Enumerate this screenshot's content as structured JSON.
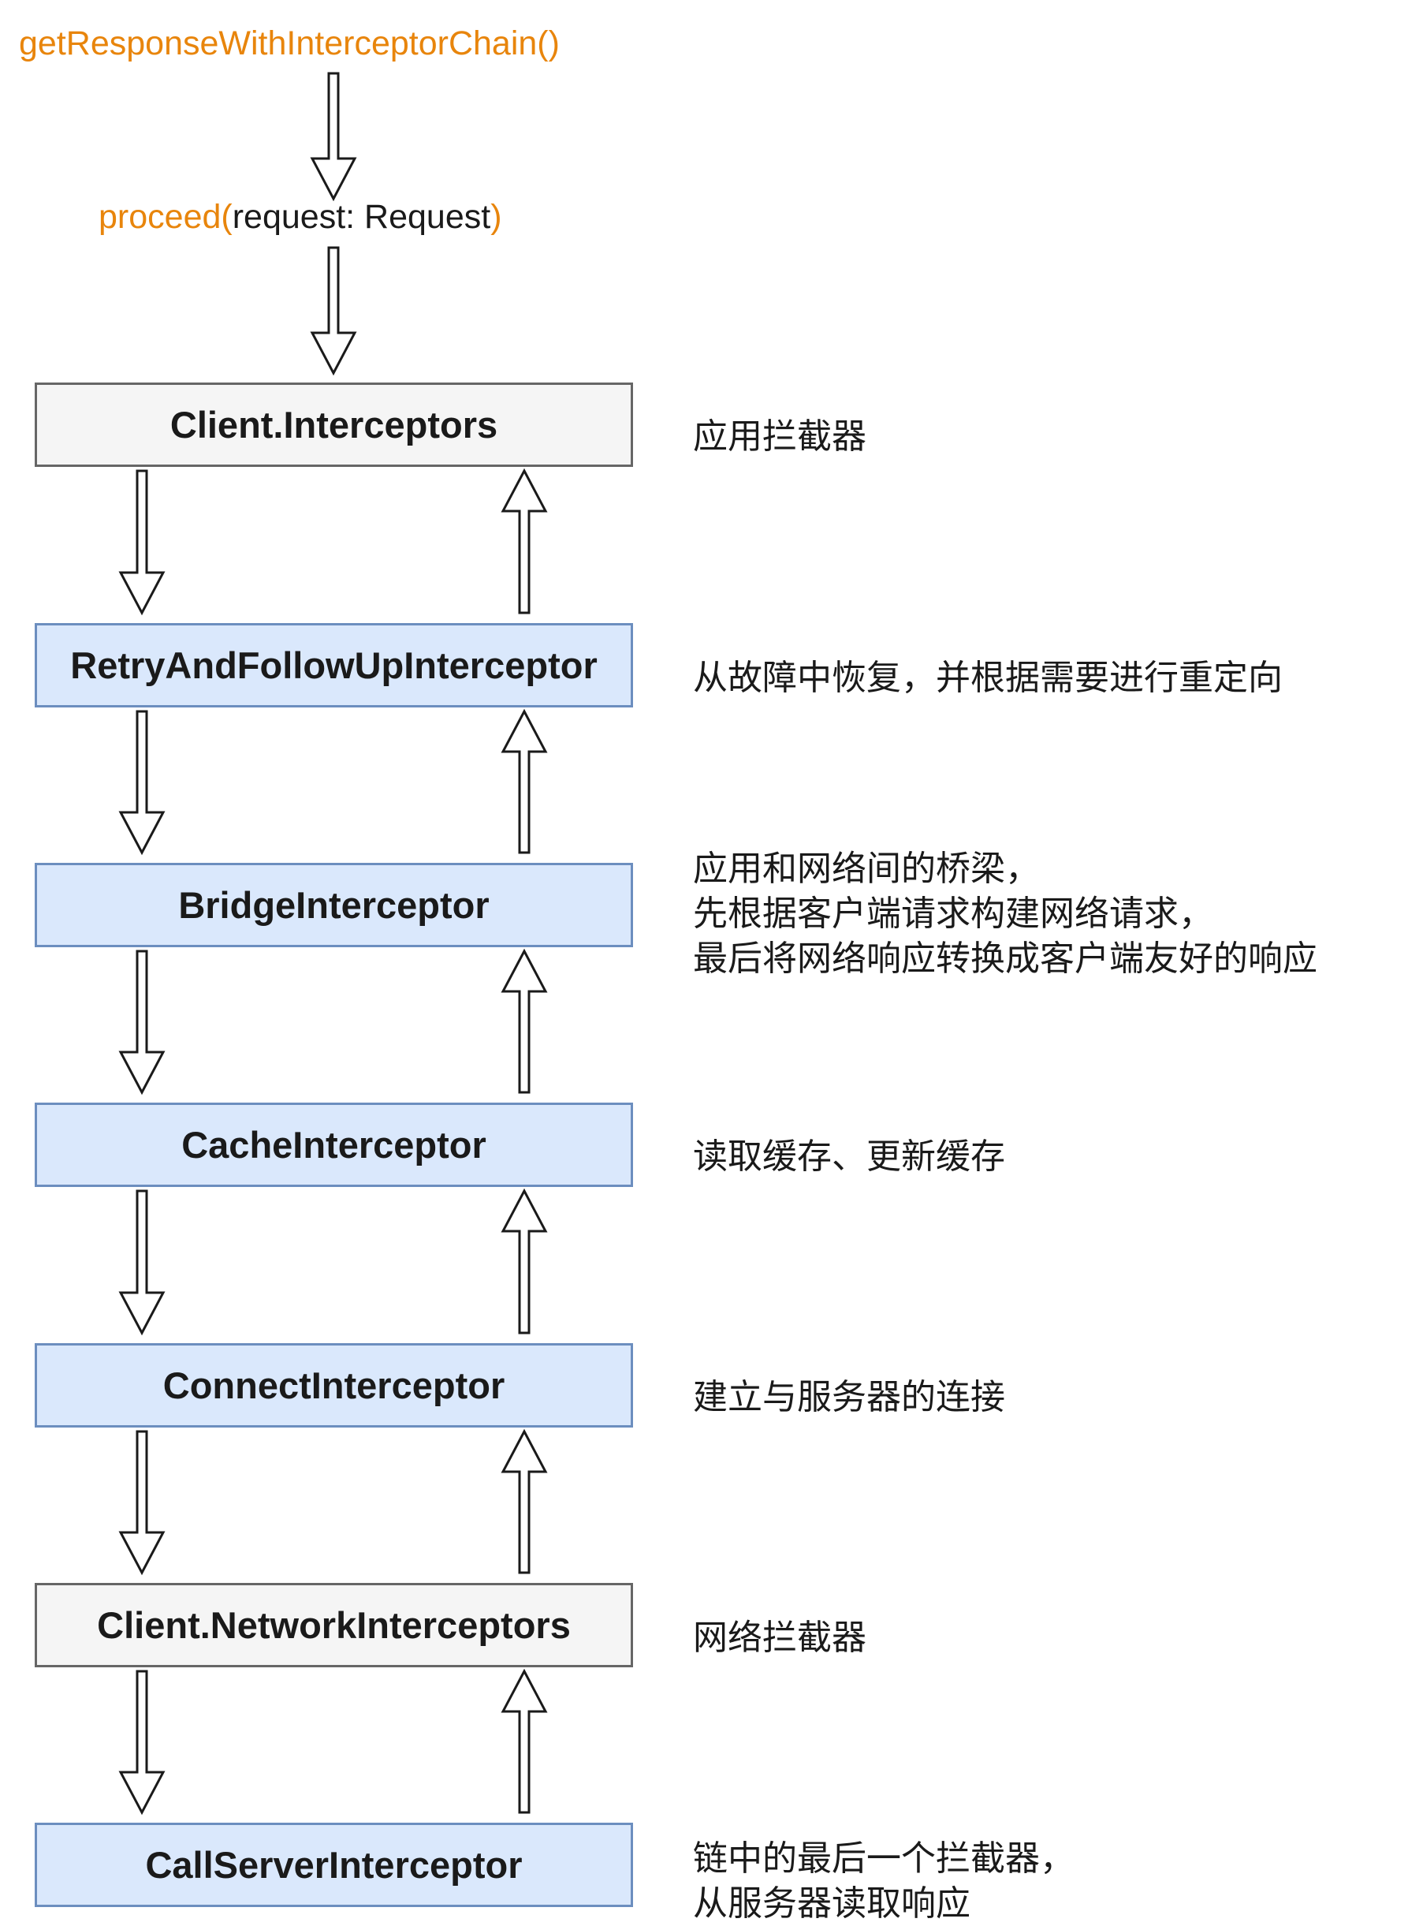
{
  "entry": {
    "method": "getResponseWithInterceptorChain()",
    "call_name": "proceed(",
    "call_param": "request: Request",
    "call_close": ")"
  },
  "colors": {
    "code_orange": "#e8850c",
    "app_box_fill": "#f5f5f5",
    "app_box_stroke": "#666666",
    "core_box_fill": "#dae8fc",
    "core_box_stroke": "#6c8ebf"
  },
  "interceptors": [
    {
      "name": "Client.Interceptors",
      "style": "gray",
      "description": "应用拦截器"
    },
    {
      "name": "RetryAndFollowUpInterceptor",
      "style": "blue",
      "description": "从故障中恢复，并根据需要进行重定向"
    },
    {
      "name": "BridgeInterceptor",
      "style": "blue",
      "description": "应用和网络间的桥梁，\n先根据客户端请求构建网络请求，\n最后将网络响应转换成客户端友好的响应"
    },
    {
      "name": "CacheInterceptor",
      "style": "blue",
      "description": "读取缓存、更新缓存"
    },
    {
      "name": "ConnectInterceptor",
      "style": "blue",
      "description": "建立与服务器的连接"
    },
    {
      "name": "Client.NetworkInterceptors",
      "style": "gray",
      "description": "网络拦截器"
    },
    {
      "name": "CallServerInterceptor",
      "style": "blue",
      "description": "链中的最后一个拦截器，\n从服务器读取响应"
    }
  ]
}
